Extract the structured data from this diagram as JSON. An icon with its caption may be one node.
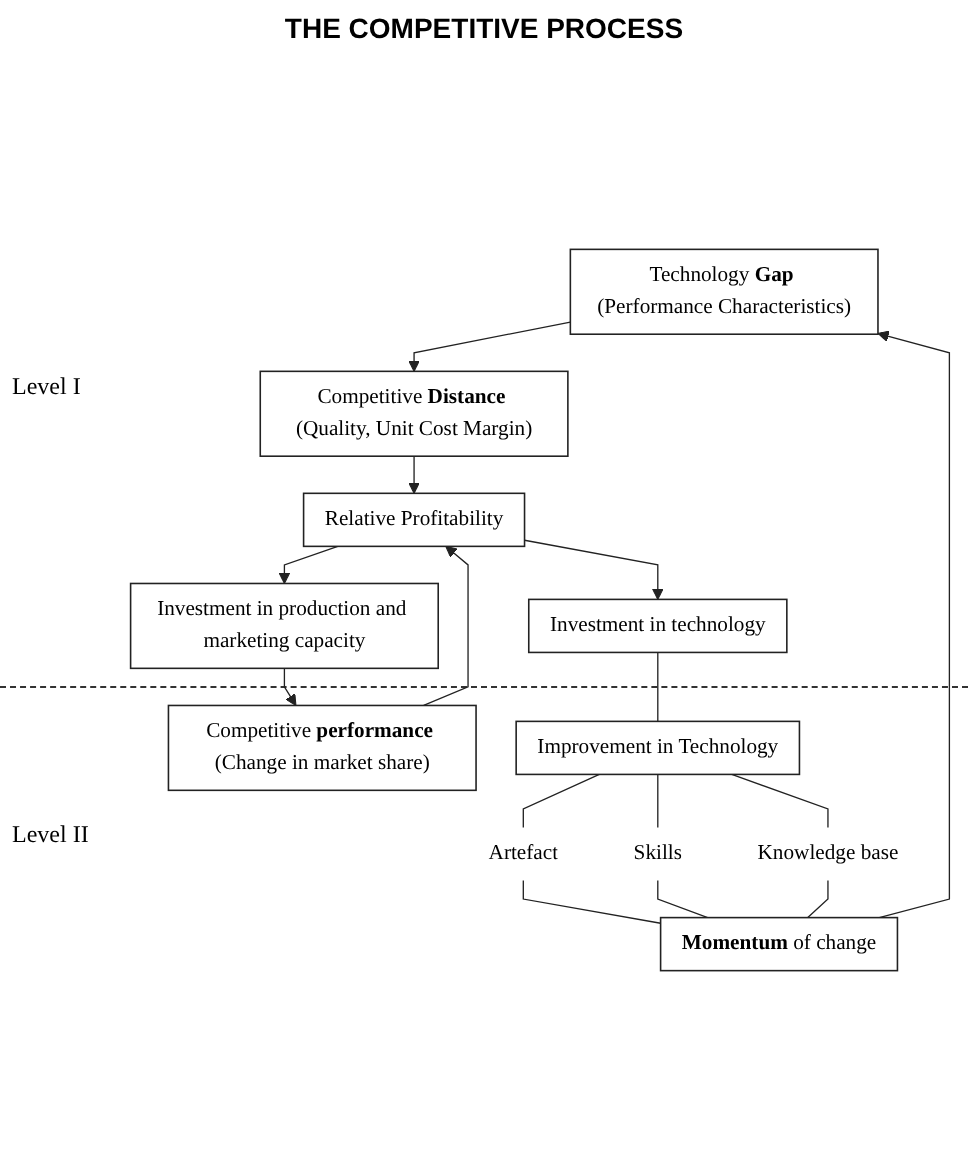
{
  "diagram": {
    "title": "THE COMPETITIVE PROCESS",
    "nodes": [
      {
        "text": [
          "Technology **Gap** (Performance Characteristics)"
        ]
      },
      {
        "text": [
          "Competitive **Distance** (Quality, Unit Cost Margin)"
        ]
      },
      {
        "text": [
          "Relative Profitability"
        ]
      },
      {
        "text": [
          "Investment in technology"
        ]
      },
      {
        "text": [
          "Investment in production and marketing capacity"
        ]
      },
      {
        "text": [
          "Competitive **performance** (Change in market share)"
        ]
      },
      {
        "text": [
          "Improvement in Technology"
        ]
      },
      {
        "text": [
          "Artefact"
        ]
      },
      {
        "text": [
          "Skills"
        ]
      },
      {
        "text": [
          "Knowledge base"
        ]
      },
      {
        "text": [
          "**Momentum** of change"
        ]
      }
    ],
    "edges": [
      {
        "from": 0,
        "to": 1,
        "arrow": "to"
      },
      {
        "from": 1,
        "to": 2,
        "arrow": "to"
      },
      {
        "from": 2,
        "to": 3,
        "arrow": "to"
      },
      {
        "from": 2,
        "to": 4,
        "arrow": "to"
      },
      {
        "from": 4,
        "to": 5,
        "arrow": "to"
      },
      {
        "from": 5,
        "to": 2,
        "arrow": "to"
      },
      {
        "from": 3,
        "to": 6,
        "arrow": "none"
      },
      {
        "from": 6,
        "to": 7,
        "arrow": "none"
      },
      {
        "from": 6,
        "to": 8,
        "arrow": "none"
      },
      {
        "from": 6,
        "to": 9,
        "arrow": "none"
      },
      {
        "from": 7,
        "to": 10,
        "arrow": "none"
      },
      {
        "from": 8,
        "to": 10,
        "arrow": "none"
      },
      {
        "from": 9,
        "to": 10,
        "arrow": "none"
      },
      {
        "from": 10,
        "to": 0,
        "arrow": "to"
      }
    ],
    "labels": [
      "Level I",
      "Level II"
    ]
  }
}
